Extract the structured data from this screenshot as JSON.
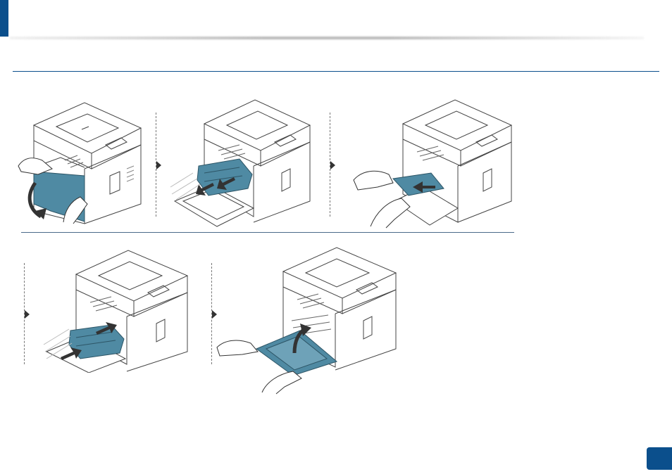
{
  "page": {
    "accent_color": "#0b4f8c",
    "illustration_color": "#4f8aa3",
    "page_number": ""
  },
  "steps": [
    {
      "name": "open-front-cover"
    },
    {
      "name": "remove-toner-cartridge"
    },
    {
      "name": "pull-out-jammed-paper"
    },
    {
      "name": "reinsert-toner-cartridge"
    },
    {
      "name": "close-front-cover"
    }
  ]
}
